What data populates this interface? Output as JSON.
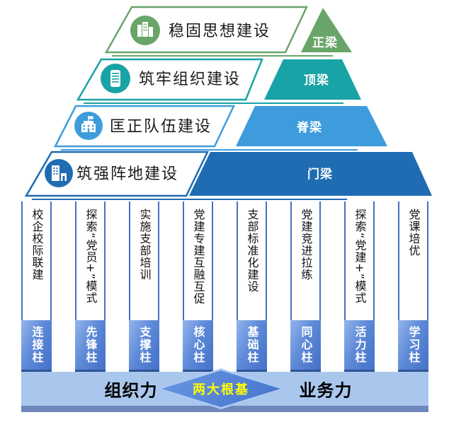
{
  "pyramid": {
    "levels": [
      {
        "title": "稳固思想建设",
        "tag": "正梁",
        "color": "#69A569",
        "icon": "city-buildings-icon"
      },
      {
        "title": "筑牢组织建设",
        "tag": "顶梁",
        "color": "#18A3A6",
        "icon": "tower-building-icon"
      },
      {
        "title": "匡正队伍建设",
        "tag": "脊梁",
        "color": "#3E9CDC",
        "icon": "school-flag-icon"
      },
      {
        "title": "筑强阵地建设",
        "tag": "门梁",
        "color": "#1F6CB2",
        "icon": "office-buildings-icon"
      }
    ]
  },
  "pillars": [
    {
      "body": "校企校际联建",
      "base": "连接柱"
    },
    {
      "body": "探索“党员+”模式",
      "base": "先锋柱"
    },
    {
      "body": "实施支部培训",
      "base": "支撑柱"
    },
    {
      "body": "党建专建互融互促",
      "base": "核心柱"
    },
    {
      "body": "支部标准化建设",
      "base": "基础柱"
    },
    {
      "body": "党建竞进拉练",
      "base": "同心柱"
    },
    {
      "body": "探索“党建+”模式",
      "base": "活力柱"
    },
    {
      "body": "党课培优",
      "base": "学习柱"
    }
  ],
  "foundation": {
    "left_label": "组织力",
    "center_label": "两大根基",
    "right_label": "业务力"
  },
  "colors": {
    "pillar_border": "#4472C4",
    "pillar_base_top": "#93B5EC",
    "pillar_base_bottom": "#4470C8",
    "pillar_base_edge": "#2F5597",
    "foundation_bg": "#A9C7EC",
    "foundation_edge": "#6E87BC",
    "diamond_fill": "#4F80D6",
    "diamond_border": "#AECBF4",
    "diamond_text": "#FFFF00"
  }
}
